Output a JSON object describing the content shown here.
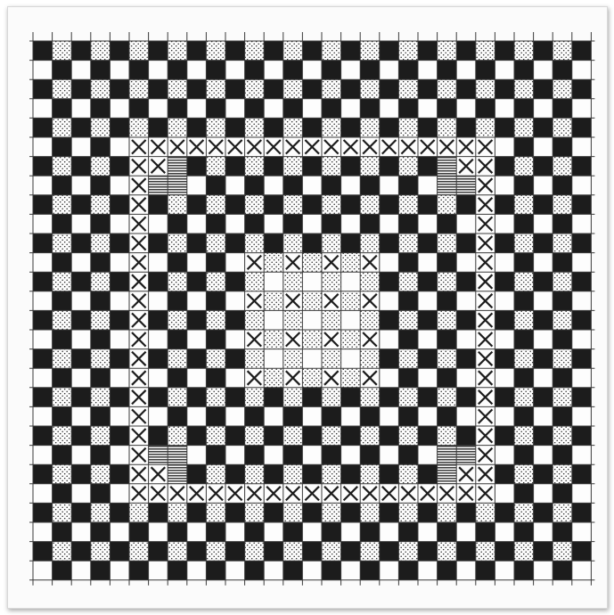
{
  "figure": {
    "kind": "weaving draft / pattern grid",
    "grid_cells": {
      "columns": 29,
      "rows": 28
    },
    "border_band": {
      "from_cell": 5,
      "to_cell": 23
    },
    "center_motif": {
      "from_cell": 11,
      "to_cell": 17
    },
    "corner_blocks": [
      "top-left",
      "top-right",
      "bottom-left",
      "bottom-right"
    ],
    "cell_fills": [
      "solid-black",
      "stippled",
      "white",
      "cross-x",
      "hatched-block"
    ],
    "colors": {
      "ink": "#1c1c1c",
      "paper": "#fdfdfd",
      "grid_line": "#3a3a3a",
      "stipple": "#2a2a2a"
    }
  }
}
